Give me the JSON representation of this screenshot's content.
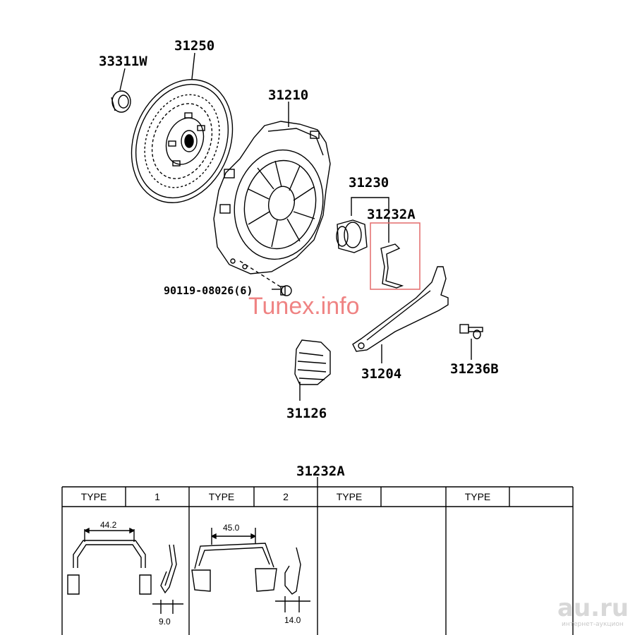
{
  "parts": {
    "p33311w": "33311W",
    "p31250": "31250",
    "p31210": "31210",
    "p31230": "31230",
    "p31232a": "31232A",
    "p90119": "90119-08026(6)",
    "p31126": "31126",
    "p31204": "31204",
    "p31236b": "31236B"
  },
  "watermark": "Tunex.info",
  "logo": {
    "text": "au.ru",
    "sub": "интернет-аукцион"
  },
  "table": {
    "caption": "31232A",
    "headers": [
      {
        "type": "TYPE",
        "value": "1"
      },
      {
        "type": "TYPE",
        "value": "2"
      },
      {
        "type": "TYPE",
        "value": ""
      },
      {
        "type": "TYPE",
        "value": ""
      }
    ],
    "dims": {
      "d1_width": "44.2",
      "d1_depth": "9.0",
      "d2_width": "45.0",
      "d2_depth": "14.0"
    }
  }
}
